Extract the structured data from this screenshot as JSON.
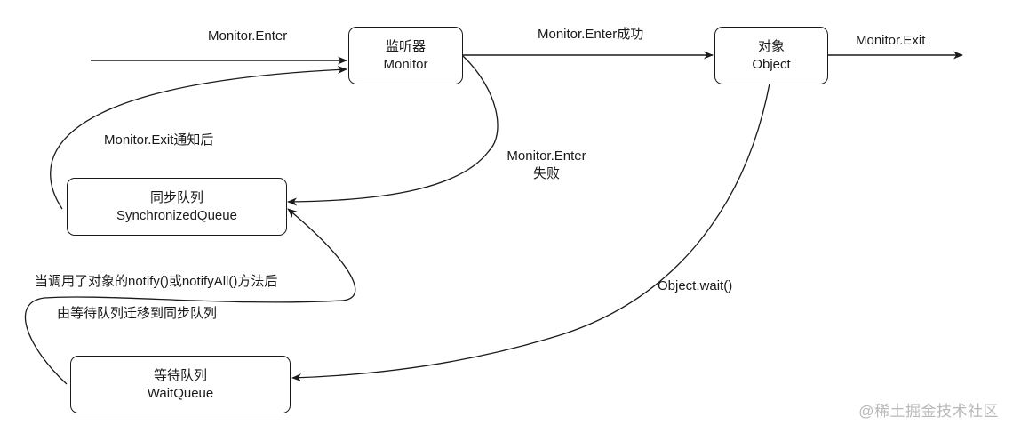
{
  "diagram": {
    "nodes": {
      "monitor": {
        "title_cn": "监听器",
        "title_en": "Monitor"
      },
      "object": {
        "title_cn": "对象",
        "title_en": "Object"
      },
      "sync_queue": {
        "title_cn": "同步队列",
        "title_en": "SynchronizedQueue"
      },
      "wait_queue": {
        "title_cn": "等待队列",
        "title_en": "WaitQueue"
      }
    },
    "edges": {
      "enter": {
        "label": "Monitor.Enter",
        "from": "start",
        "to": "monitor"
      },
      "enter_success": {
        "label": "Monitor.Enter成功",
        "from": "monitor",
        "to": "object"
      },
      "exit": {
        "label": "Monitor.Exit",
        "from": "object",
        "to": "end"
      },
      "enter_fail": {
        "label_line1": "Monitor.Enter",
        "label_line2": "失败",
        "from": "monitor",
        "to": "sync_queue"
      },
      "exit_notify": {
        "label": "Monitor.Exit通知后",
        "from": "sync_queue",
        "to": "monitor"
      },
      "wait": {
        "label": "Object.wait()",
        "from": "object",
        "to": "wait_queue"
      },
      "notify": {
        "label_line1": "当调用了对象的notify()或notifyAll()方法后",
        "label_line2": "由等待队列迁移到同步队列",
        "from": "wait_queue",
        "to": "sync_queue"
      }
    },
    "stroke_color": "#1a1a1a"
  },
  "watermark": "@稀土掘金技术社区"
}
